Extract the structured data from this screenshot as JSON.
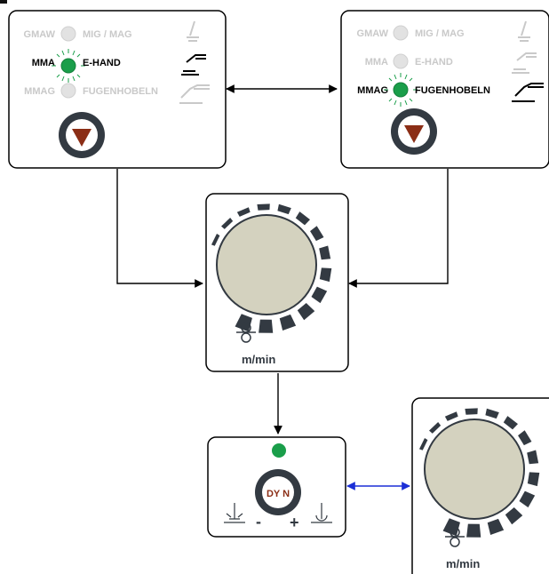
{
  "colors": {
    "led_on": "#1a9e4a",
    "led_off": "#e2e2e2",
    "arrow_button_fill": "#8b2e16",
    "knob_face": "#d4d2bf",
    "dark": "#333a42",
    "text_active": "#000000",
    "text_inactive": "#c9c9c9",
    "dyn_text": "#8b2e16",
    "connector_blue": "#1b2fd6"
  },
  "panel_left": {
    "rows": [
      {
        "left": "GMAW",
        "right": "MIG / MAG",
        "active": false,
        "icon": "mig-torch-icon"
      },
      {
        "left": "MMA",
        "right": "E-HAND",
        "active": true,
        "icon": "electrode-holder-icon"
      },
      {
        "left": "MMAG",
        "right": "FUGENHOBELN",
        "active": false,
        "icon": "gouging-torch-icon"
      }
    ]
  },
  "panel_right": {
    "rows": [
      {
        "left": "GMAW",
        "right": "MIG / MAG",
        "active": false,
        "icon": "mig-torch-icon"
      },
      {
        "left": "MMA",
        "right": "E-HAND",
        "active": false,
        "icon": "electrode-holder-icon"
      },
      {
        "left": "MMAG",
        "right": "FUGENHOBELN",
        "active": true,
        "icon": "gouging-torch-icon"
      }
    ]
  },
  "knob_main": {
    "unit": "m/min",
    "icon": "wire-feed-rollers-icon"
  },
  "dyn_panel": {
    "label": "DY N",
    "minus": "-",
    "plus": "+",
    "led": "on"
  },
  "knob_side": {
    "unit": "m/min",
    "icon": "wire-feed-rollers-icon"
  }
}
